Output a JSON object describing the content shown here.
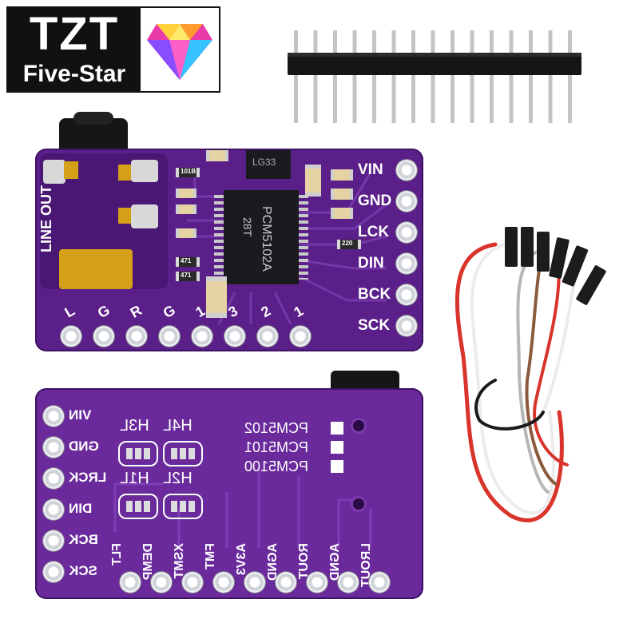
{
  "logo": {
    "brand": "TZT",
    "sub": "Five-Star",
    "gem_icon": "diamond-gem-icon"
  },
  "front_board": {
    "chip_label_1": "PCM5102A",
    "chip_label_2": "28T",
    "jack_label": "LINE OUT",
    "right_pins": [
      "VIN",
      "GND",
      "LCK",
      "DIN",
      "BCK",
      "SCK"
    ],
    "bottom_pins": [
      "L",
      "G",
      "R",
      "G",
      "1",
      "3",
      "2",
      "1"
    ],
    "part_marks": [
      "101B",
      "471",
      "471",
      "220",
      "LG33"
    ]
  },
  "back_board": {
    "left_pins": [
      "VIN",
      "GND",
      "LRCK",
      "DIN",
      "BCK",
      "SCK"
    ],
    "bottom_pins": [
      "FLT",
      "DEMP",
      "XSMT",
      "FMT",
      "A3V3",
      "AGND",
      "ROUT",
      "AGND",
      "LROUT"
    ],
    "jumper_labels": [
      "H4L",
      "H3L",
      "H2L",
      "H1L"
    ],
    "variants": [
      "PCM5102",
      "PCM5101",
      "PCM5100"
    ]
  },
  "colors": {
    "pcb": "#5b1f8a",
    "pcb_dark": "#3e1263",
    "silkscreen": "#ffffff",
    "gold": "#d4a017"
  }
}
